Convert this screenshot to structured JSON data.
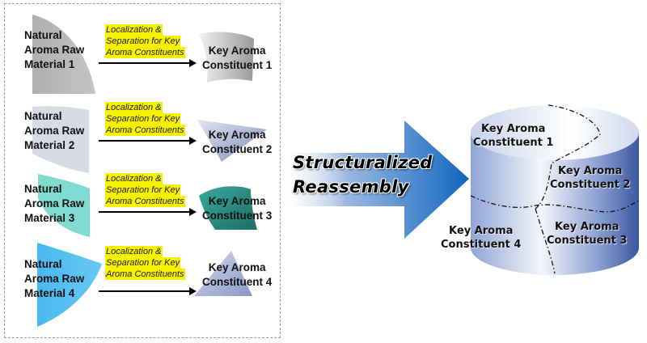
{
  "title": "Structuralized reassembly of key aroma constituents",
  "process_label_lines": [
    "Localization &",
    "Separation for Key",
    "Aroma Constituents"
  ],
  "rows": [
    {
      "raw_lines": [
        "Natural",
        "Aroma Raw",
        "Material 1"
      ],
      "key_lines": [
        "Key Aroma",
        "Constituent 1"
      ],
      "raw_color": "#b8b8b8",
      "key_color": "#c8c8c8"
    },
    {
      "raw_lines": [
        "Natural",
        "Aroma Raw",
        "Material 2"
      ],
      "key_lines": [
        "Key Aroma",
        "Constituent 2"
      ],
      "raw_color": "#d6dbe6",
      "key_color": "#8f9dbf"
    },
    {
      "raw_lines": [
        "Natural",
        "Aroma Raw",
        "Material 3"
      ],
      "key_lines": [
        "Key Aroma",
        "Constituent 3"
      ],
      "raw_color": "#7fdcd0",
      "key_color": "#2a8f85"
    },
    {
      "raw_lines": [
        "Natural",
        "Aroma Raw",
        "Material 4"
      ],
      "key_lines": [
        "Key Aroma",
        "Constituent 4"
      ],
      "raw_color": "#5bc3f2",
      "key_color": "#9fb0d8"
    }
  ],
  "center_arrow": {
    "lines": [
      "Structuralized",
      "Reassembly"
    ],
    "color": "#1a6fc0"
  },
  "cylinder": {
    "color": "#4a63a8",
    "regions": [
      {
        "lines": [
          "Key Aroma",
          "Constituent 1"
        ]
      },
      {
        "lines": [
          "Key Aroma",
          "Constituent 2"
        ]
      },
      {
        "lines": [
          "Key Aroma",
          "Constituent 3"
        ]
      },
      {
        "lines": [
          "Key Aroma",
          "Constituent 4"
        ]
      }
    ]
  }
}
